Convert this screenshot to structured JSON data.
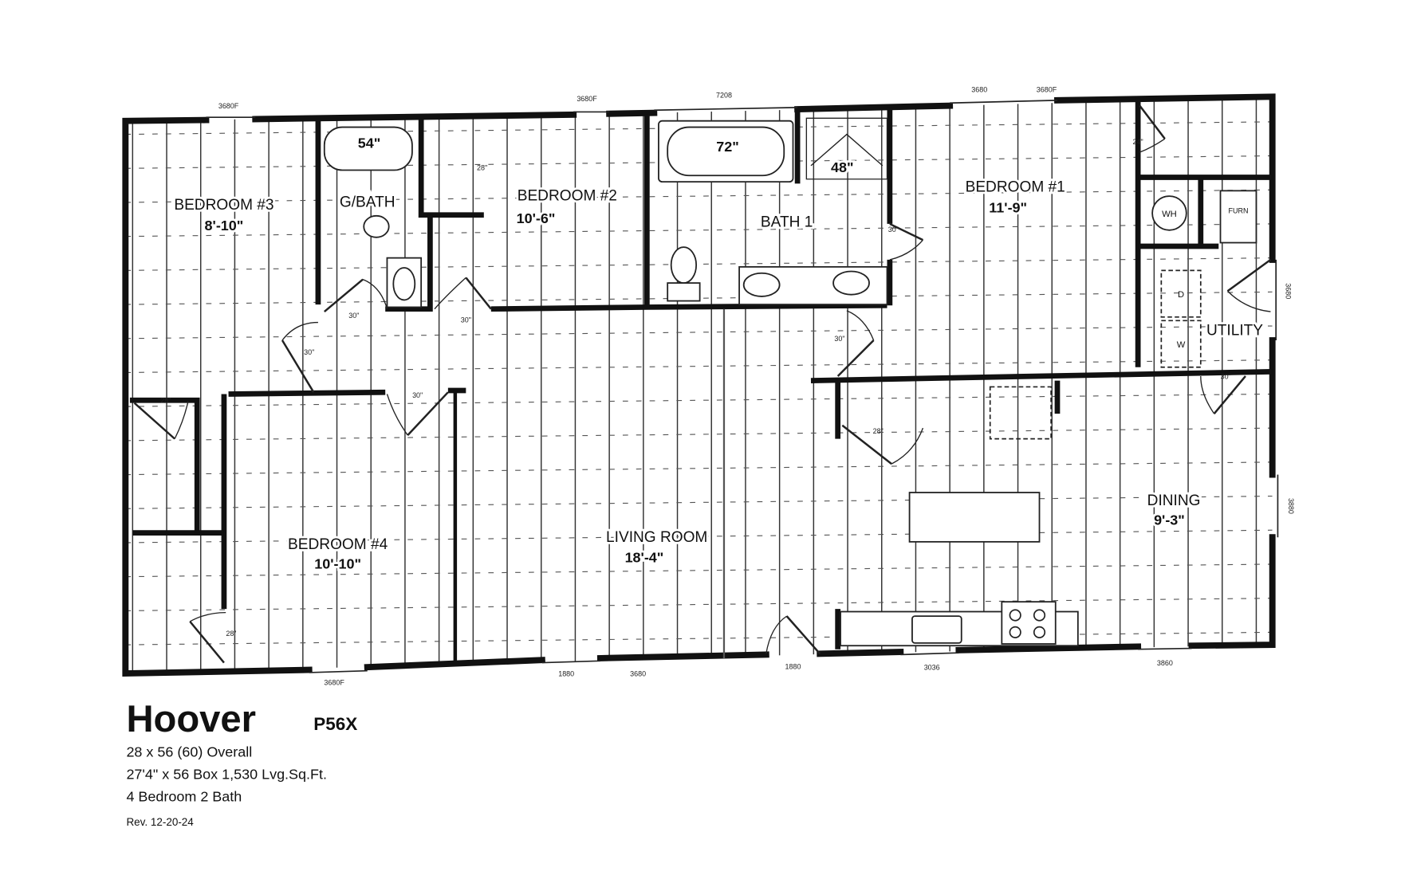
{
  "plan": {
    "name": "Hoover",
    "model": "P56X",
    "specs": [
      "28 x 56 (60) Overall",
      "27'4\" x 56 Box  1,530 Lvg.Sq.Ft.",
      "4 Bedroom  2 Bath"
    ],
    "revision": "Rev. 12-20-24"
  },
  "rooms": {
    "bedroom3": {
      "label": "BEDROOM #3",
      "size": "8'-10\""
    },
    "gbath": {
      "label": "G/BATH"
    },
    "bedroom2": {
      "label": "BEDROOM #2",
      "size": "10'-6\""
    },
    "bath1": {
      "label": "BATH 1"
    },
    "bedroom1": {
      "label": "BEDROOM #1",
      "size": "11'-9\""
    },
    "utility": {
      "label": "UTILITY"
    },
    "bedroom4": {
      "label": "BEDROOM #4",
      "size": "10'-10\""
    },
    "living": {
      "label": "LIVING ROOM",
      "size": "18'-4\""
    },
    "dining": {
      "label": "DINING",
      "size": "9'-3\""
    }
  },
  "fixtures": {
    "gbath_tub": "54\"",
    "bath1_tub": "72\"",
    "shower": "48\"",
    "water_heater": "WH",
    "furnace": "FURN",
    "dryer": "D",
    "washer": "W"
  },
  "doors": [
    "28\"",
    "24\"",
    "30\"",
    "30\"",
    "30\"",
    "30\"",
    "30\"",
    "28\"",
    "30\"",
    "28\"",
    "28\"",
    "30\""
  ],
  "windows": {
    "top": [
      "3680F",
      "3680F",
      "7208",
      "3680",
      "3680F"
    ],
    "right": [
      "3680",
      "3880"
    ],
    "bottom": [
      "3680F",
      "1880",
      "3680",
      "1880",
      "3036",
      "3860"
    ]
  }
}
